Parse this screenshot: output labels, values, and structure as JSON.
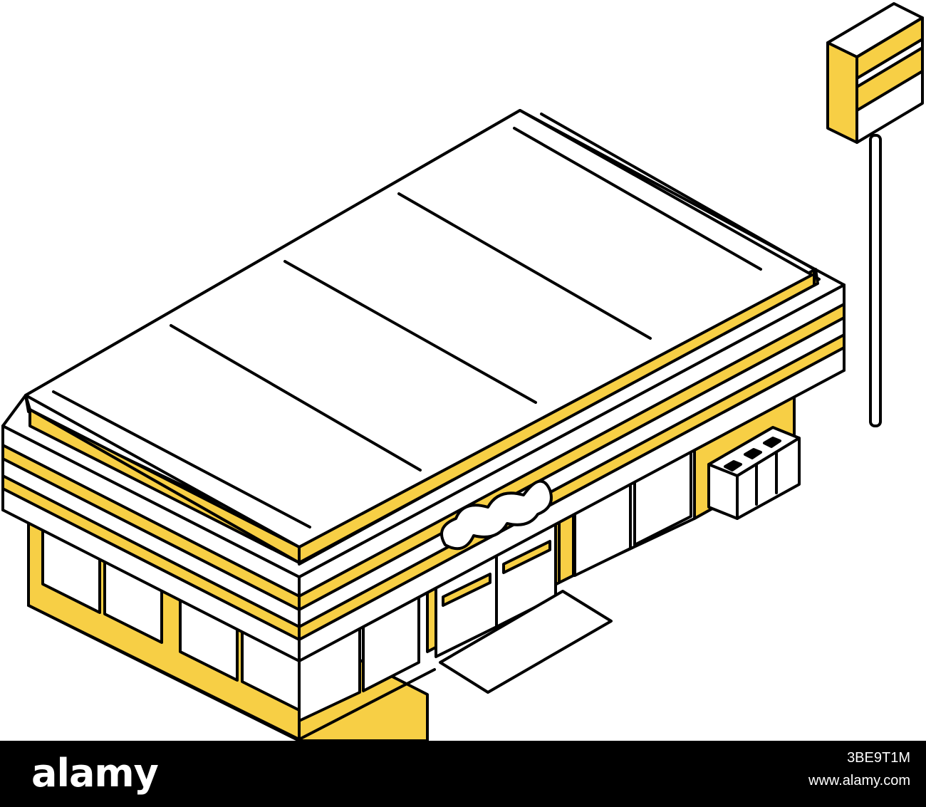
{
  "illustration": {
    "subject": "convenience-store",
    "colors": {
      "accent": "#F7CF45",
      "outline": "#000000",
      "fill": "#FFFFFF"
    }
  },
  "footer": {
    "brand": "alamy",
    "image_id": "3BE9T1M",
    "url": "www.alamy.com"
  }
}
